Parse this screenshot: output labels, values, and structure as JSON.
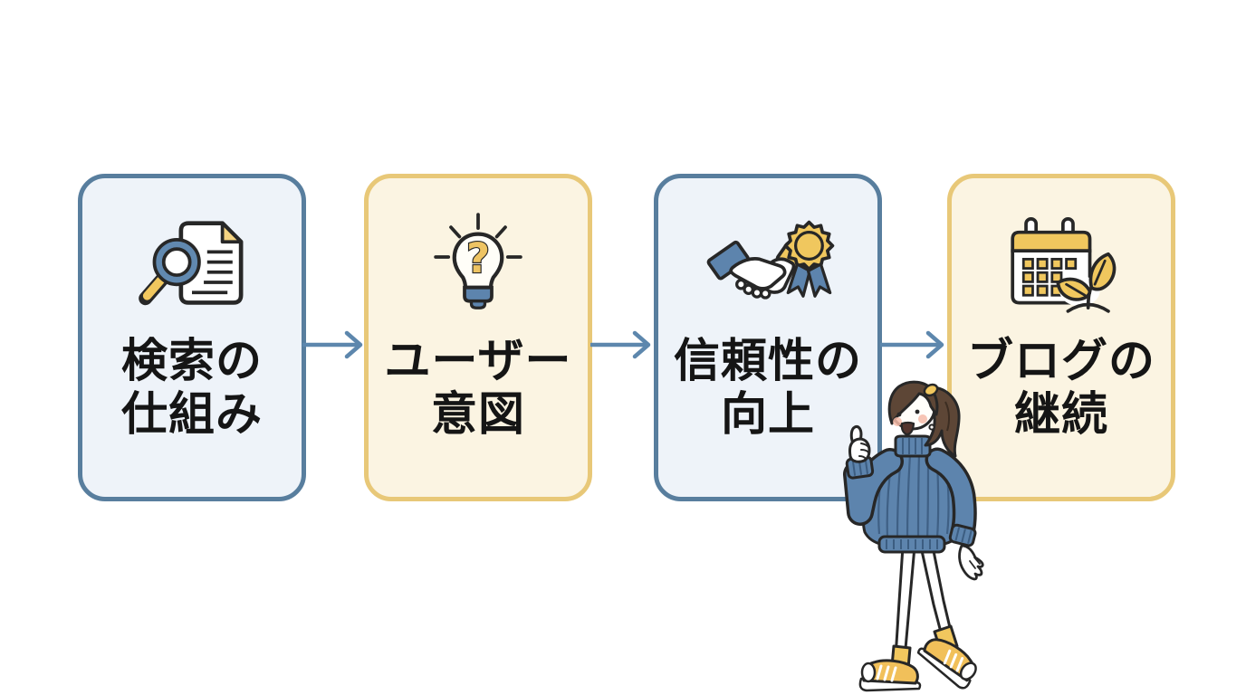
{
  "canvas": {
    "background": "#ffffff"
  },
  "steps": [
    {
      "label_lines": [
        "検索の",
        "仕組み"
      ],
      "icon": "search-document-icon",
      "theme": "blue"
    },
    {
      "label_lines": [
        "ユーザー",
        "意図"
      ],
      "icon": "lightbulb-question-icon",
      "theme": "yellow"
    },
    {
      "label_lines": [
        "信頼性の",
        "向上"
      ],
      "icon": "handshake-award-icon",
      "theme": "blue"
    },
    {
      "label_lines": [
        "ブログの",
        "継続"
      ],
      "icon": "calendar-sprout-icon",
      "theme": "yellow"
    }
  ],
  "themes": {
    "blue": {
      "border": "#587e9e",
      "background": "#eef3f9"
    },
    "yellow": {
      "border": "#e8c878",
      "background": "#fbf4e2"
    }
  },
  "arrow": {
    "color": "#5d87ad",
    "direction": "right"
  },
  "text_color": "#151515",
  "icon_colors": {
    "blue": "#5d84ad",
    "yellow": "#f0c75e",
    "outline": "#272727"
  },
  "illustration": {
    "name": "woman-thumbs-up",
    "sweater_color": "#5d84ad",
    "accent_color": "#f1c75e"
  }
}
